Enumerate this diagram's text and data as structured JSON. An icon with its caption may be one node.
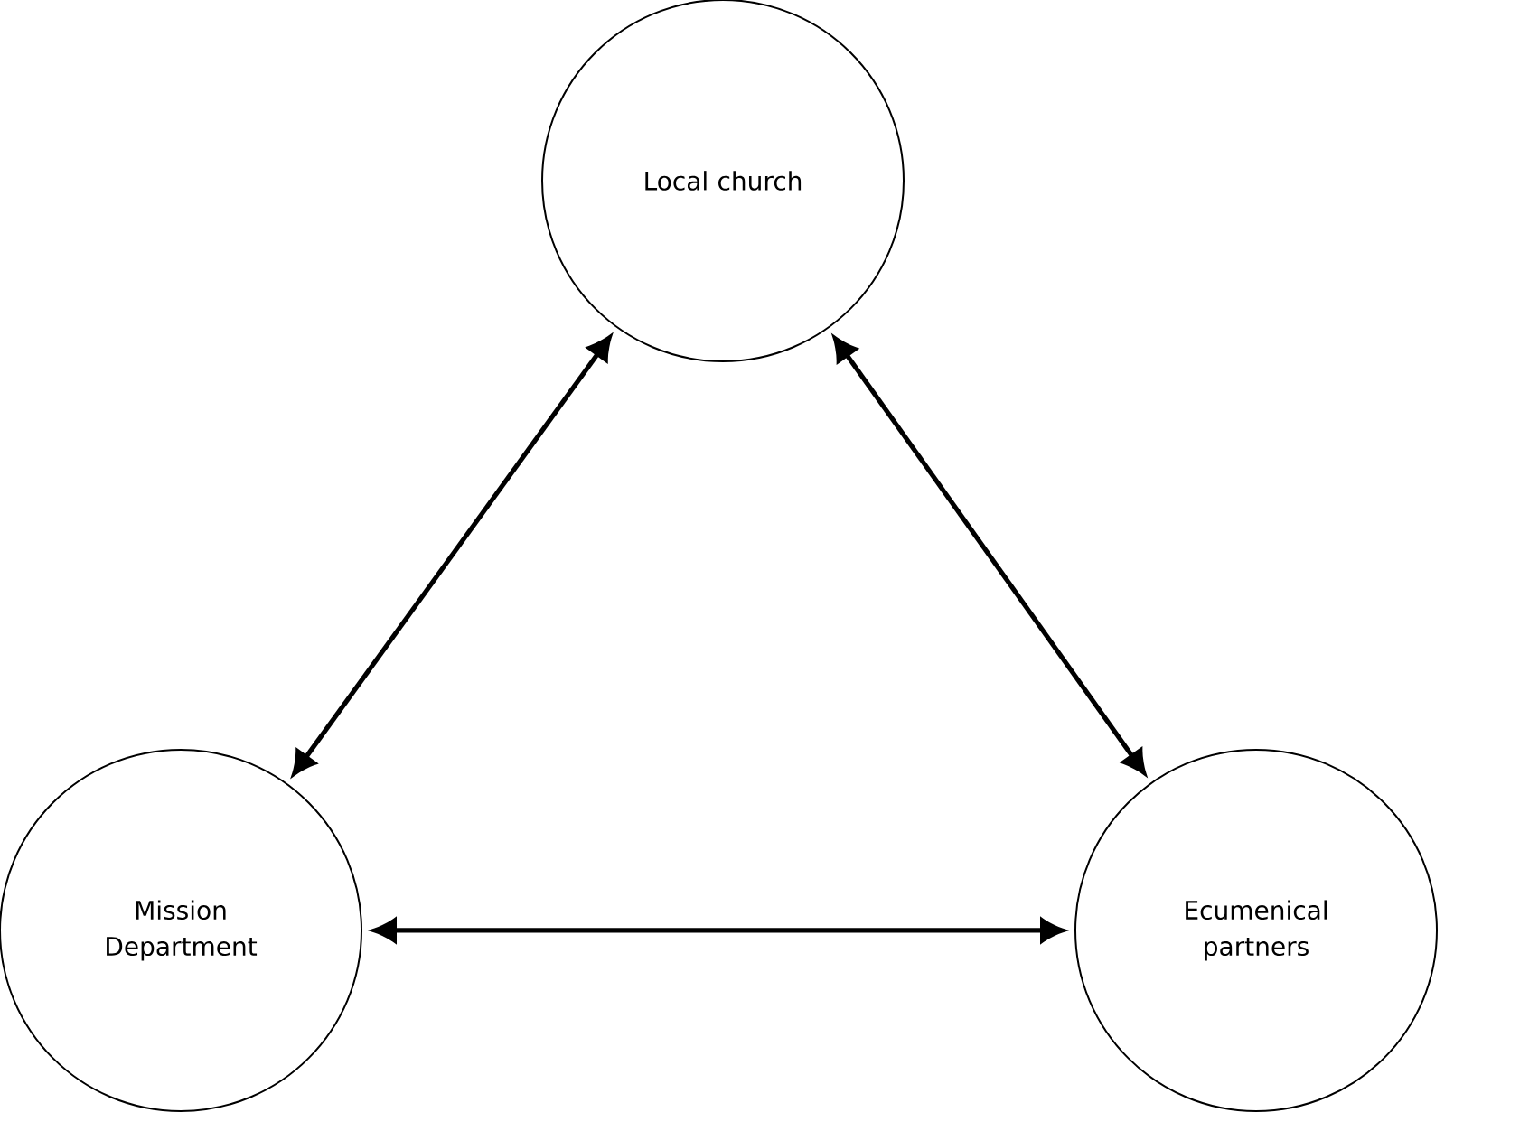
{
  "diagram": {
    "nodes": [
      {
        "text": [
          "Local church"
        ]
      },
      {
        "text": [
          "Mission Department"
        ]
      },
      {
        "text": [
          "Ecumenical partners"
        ]
      }
    ],
    "edges": [
      {
        "from": 0,
        "to": 1,
        "arrow": "both"
      },
      {
        "from": 0,
        "to": 2,
        "arrow": "both"
      },
      {
        "from": 1,
        "to": 2,
        "arrow": "both"
      }
    ]
  }
}
